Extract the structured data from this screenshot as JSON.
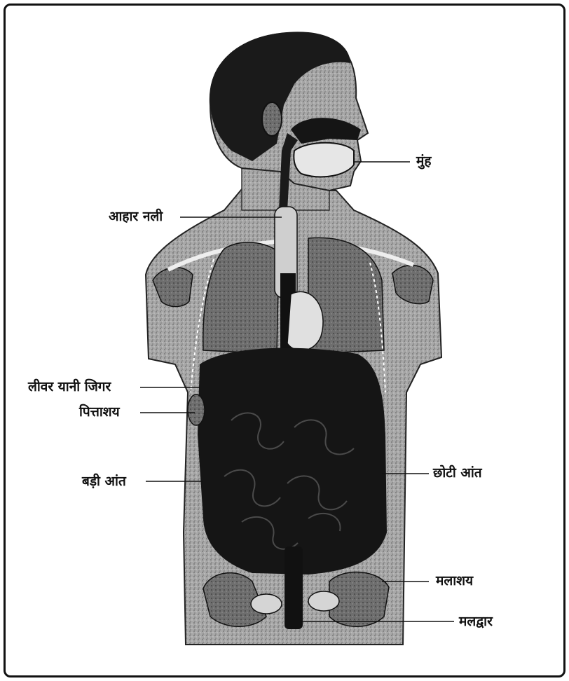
{
  "labels": {
    "mouth": "मुंह",
    "esophagus": "आहार नली",
    "liver": "लीवर यानी जिगर",
    "gallbladder": "पित्ताशय",
    "large_intestine": "बड़ी आंत",
    "small_intestine": "छोटी आंत",
    "rectum": "मलाशय",
    "anus": "मलद्वार"
  },
  "colors": {
    "ink": "#111111",
    "skin": "#9a9a9a",
    "dark": "#1a1a1a",
    "mid": "#5a5a5a",
    "light": "#d9d9d9"
  }
}
